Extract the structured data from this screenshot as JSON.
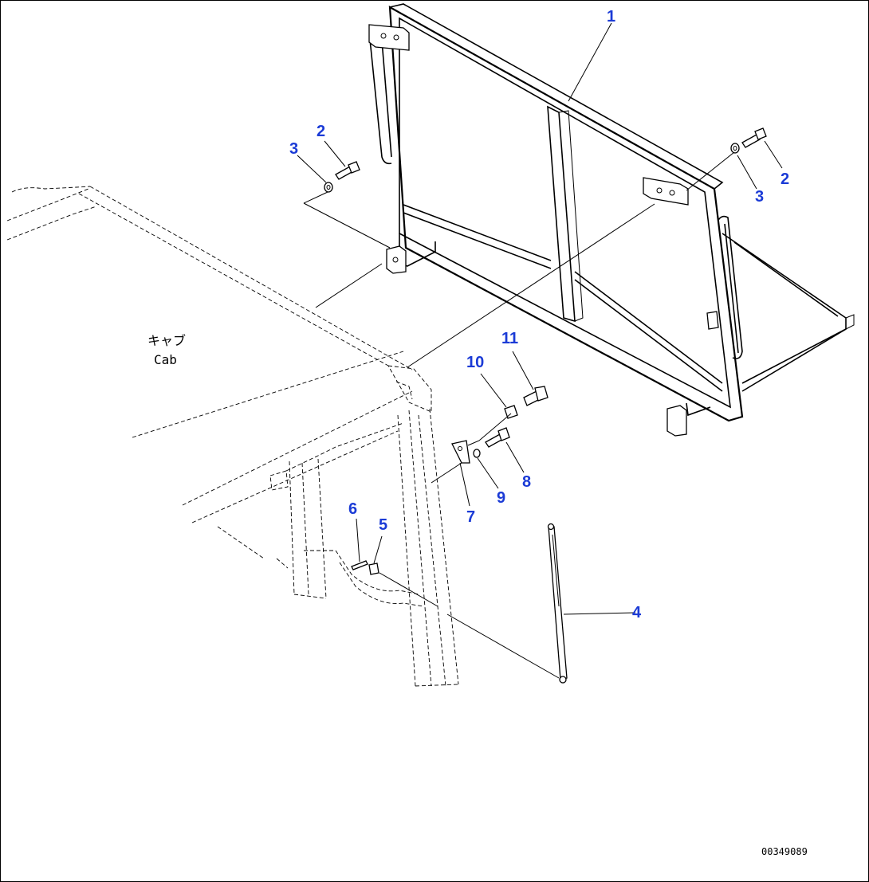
{
  "drawing": {
    "cab_label_jp": "キャブ",
    "cab_label_en": "Cab",
    "drawing_code": "00349089"
  },
  "callouts": [
    {
      "id": "c1",
      "label": "1"
    },
    {
      "id": "c2a",
      "label": "2"
    },
    {
      "id": "c3a",
      "label": "3"
    },
    {
      "id": "c2b",
      "label": "2"
    },
    {
      "id": "c3b",
      "label": "3"
    },
    {
      "id": "c4",
      "label": "4"
    },
    {
      "id": "c5",
      "label": "5"
    },
    {
      "id": "c6",
      "label": "6"
    },
    {
      "id": "c7",
      "label": "7"
    },
    {
      "id": "c8",
      "label": "8"
    },
    {
      "id": "c9",
      "label": "9"
    },
    {
      "id": "c10",
      "label": "10"
    },
    {
      "id": "c11",
      "label": "11"
    }
  ],
  "colors": {
    "callout": "#1b3bd6",
    "line": "#000000",
    "background": "#ffffff"
  }
}
